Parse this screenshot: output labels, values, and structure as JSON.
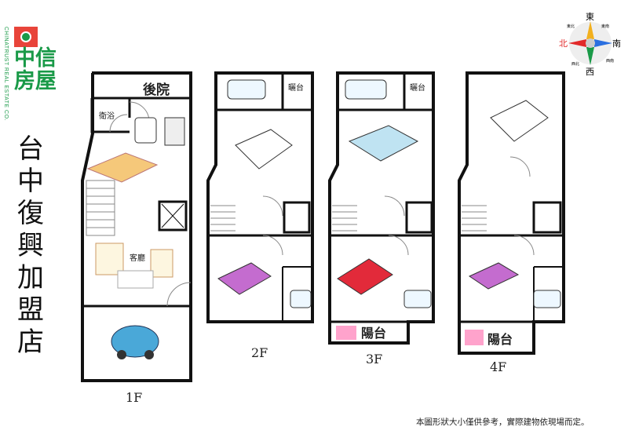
{
  "brand": {
    "name_cn": "中信房屋",
    "name_en": "CHINATRUST REAL ESTATE CO.",
    "color": "#1a9a48",
    "badge_color": "#e8443a"
  },
  "branch_name": "台中復興加盟店",
  "compass": {
    "north": "北",
    "south": "南",
    "east": "東",
    "west": "西",
    "northeast": "東北",
    "southeast": "東南",
    "northwest": "西北",
    "southwest": "西南"
  },
  "floors": [
    {
      "label": "1F",
      "rooms": {
        "backyard": "後院",
        "bathroom": "衛浴",
        "living": "客廳"
      }
    },
    {
      "label": "2F",
      "rooms": {
        "drying": "曬台"
      }
    },
    {
      "label": "3F",
      "rooms": {
        "drying": "曬台",
        "balcony": "陽台"
      }
    },
    {
      "label": "4F",
      "rooms": {
        "balcony": "陽台"
      }
    }
  ],
  "disclaimer": "本圖形狀大小僅供參考，實際建物依現場而定。"
}
